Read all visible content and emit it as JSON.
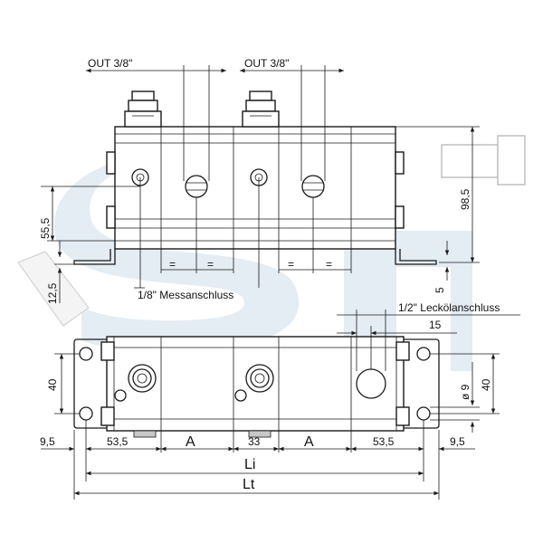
{
  "labels": {
    "out_left": "OUT 3/8\"",
    "out_right": "OUT 3/8\"",
    "messanschluss": "1/8\" Messanschluss",
    "leckoel": "1/2\" Leckölanschluss",
    "dim_98_5": "98,5",
    "dim_55_5": "55,5",
    "dim_12_5": "12,5",
    "dim_5": "5",
    "dim_15": "15",
    "dim_40_left": "40",
    "dim_40_right": "40",
    "dim_d9": "ø 9",
    "dim_9_5_left": "9,5",
    "dim_53_5_left": "53,5",
    "dim_A_left": "A",
    "dim_33": "33",
    "dim_A_right": "A",
    "dim_53_5_right": "53,5",
    "dim_9_5_right": "9,5",
    "dim_Li": "Li",
    "dim_Lt": "Lt",
    "eq": "="
  },
  "watermark": {
    "color": "#1f5fa8"
  }
}
